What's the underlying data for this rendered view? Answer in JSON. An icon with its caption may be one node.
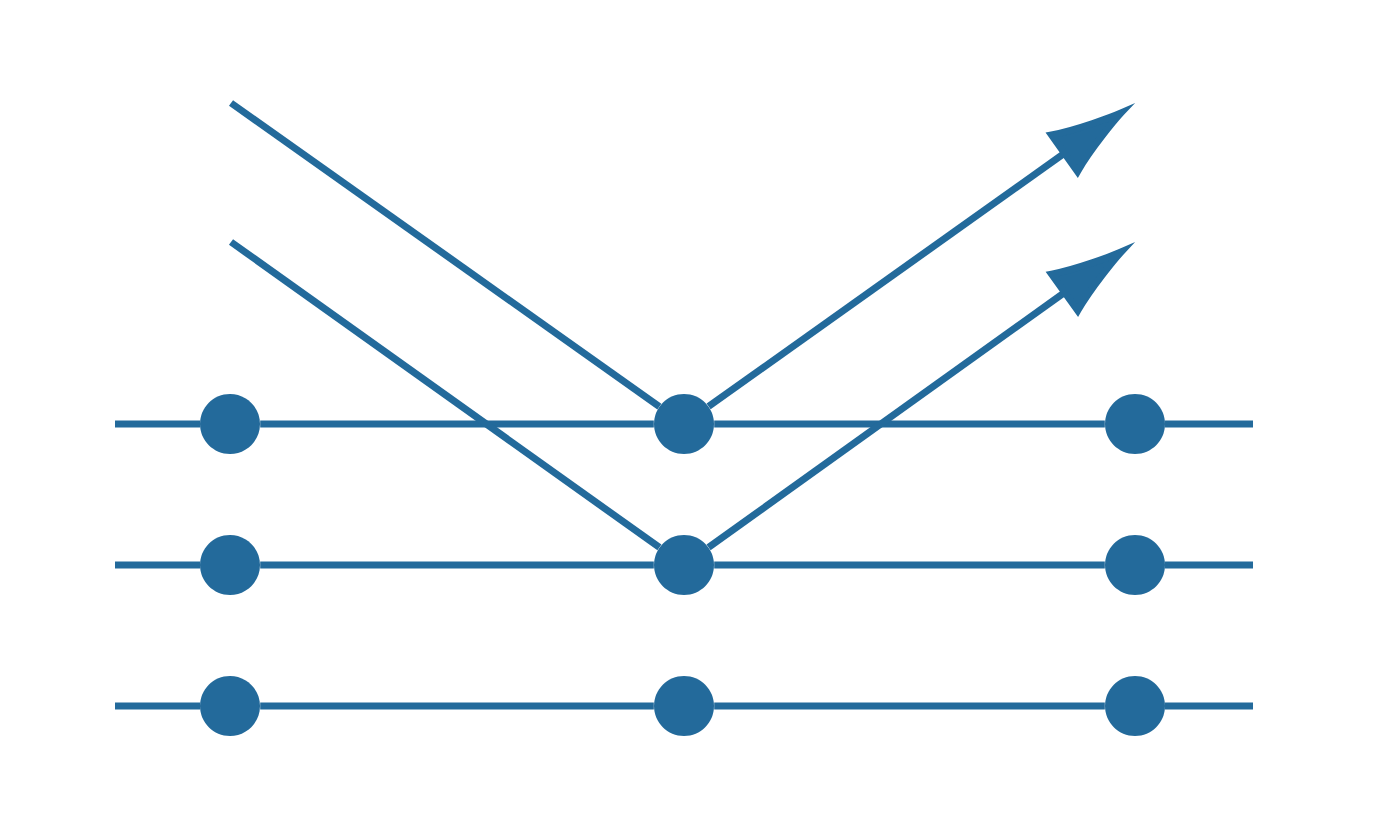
{
  "diagram": {
    "nodes": [
      {
        "text": [],
        "shape": "circle"
      },
      {
        "text": [],
        "shape": "circle"
      },
      {
        "text": [],
        "shape": "circle"
      },
      {
        "text": [],
        "shape": "circle"
      },
      {
        "text": [],
        "shape": "circle"
      },
      {
        "text": [],
        "shape": "circle"
      },
      {
        "text": [],
        "shape": "circle"
      },
      {
        "text": [],
        "shape": "circle"
      },
      {
        "text": [],
        "shape": "circle"
      }
    ],
    "edges": [
      {
        "from": 0,
        "to": 1,
        "arrow": "none"
      },
      {
        "from": 1,
        "to": 2,
        "arrow": "none"
      },
      {
        "from": 3,
        "to": 4,
        "arrow": "none"
      },
      {
        "from": 4,
        "to": 5,
        "arrow": "none"
      },
      {
        "from": 6,
        "to": 7,
        "arrow": "none"
      },
      {
        "from": 7,
        "to": 8,
        "arrow": "none"
      },
      {
        "from": null,
        "to": 1,
        "arrow": "none"
      },
      {
        "from": 1,
        "to": null,
        "arrow": "to"
      },
      {
        "from": null,
        "to": 4,
        "arrow": "none"
      },
      {
        "from": 4,
        "to": null,
        "arrow": "to"
      }
    ]
  }
}
